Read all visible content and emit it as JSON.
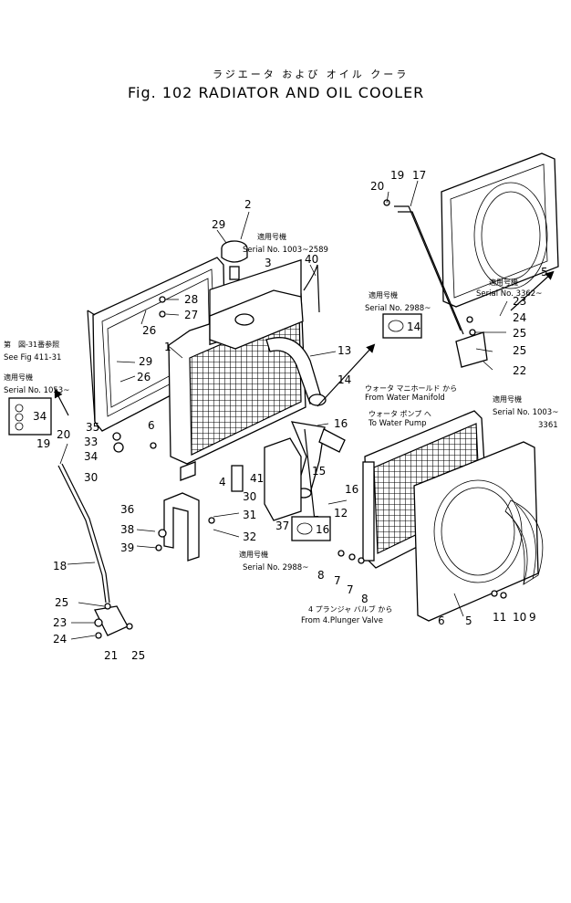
{
  "header": {
    "kana": "ラジエータ および オイル クーラ",
    "title": "Fig. 102  RADIATOR AND OIL COOLER"
  },
  "notes": {
    "serial_1003_2589": {
      "jp": "適用号機",
      "en": "Serial No. 1003~2589"
    },
    "serial_2988_a": {
      "jp": "適用号機",
      "en": "Serial No. 2988~"
    },
    "serial_3362": {
      "jp": "適用号機",
      "en": "Serial No. 3362~"
    },
    "serial_1003_3361": {
      "jp": "適用号機",
      "en": "Serial No. 1003~",
      "en2": "3361"
    },
    "serial_1053": {
      "jp": "適用号機",
      "en": "Serial No. 1053~"
    },
    "serial_2988_b": {
      "jp": "適用号機",
      "en": "Serial No. 2988~"
    },
    "see_fig": {
      "jp": "第　図-31番参照",
      "en": "See Fig 411-31"
    },
    "water_manifold": {
      "jp": "ウォータ マニホールド から",
      "en": "From Water Manifold"
    },
    "water_pump": {
      "jp": "ウォータ ポンプ へ",
      "en": "To Water Pump"
    },
    "plunger_valve": {
      "jp": "4 プランジャ バルブ から",
      "en": "From 4.Plunger Valve"
    }
  },
  "callouts": {
    "c2": "2",
    "c29a": "29",
    "c3": "3",
    "c40": "40",
    "c28": "28",
    "c27": "27",
    "c26a": "26",
    "c29b": "29",
    "c26b": "26",
    "c1": "1",
    "c13": "13",
    "c14a": "14",
    "c14b": "14",
    "c20a": "20",
    "c19a": "19",
    "c17": "17",
    "c5a": "5",
    "c23a": "23",
    "c24a": "24",
    "c25a": "25",
    "c25b": "25",
    "c22": "22",
    "c34a": "34",
    "c35": "35",
    "c20b": "20",
    "c19b": "19",
    "c6a": "6",
    "c33": "33",
    "c34b": "34",
    "c30a": "30",
    "c16a": "16",
    "c16b": "16",
    "c16c": "16",
    "c15": "15",
    "c4": "4",
    "c41": "41",
    "c30b": "30",
    "c12": "12",
    "c36": "36",
    "c31": "31",
    "c38": "38",
    "c32": "32",
    "c39": "39",
    "c37": "37",
    "c18": "18",
    "c8": "8",
    "c7a": "7",
    "c7b": "7",
    "c8b": "8",
    "c6b": "6",
    "c5b": "5",
    "c11": "11",
    "c10": "10",
    "c9": "9",
    "c25c": "25",
    "c23b": "23",
    "c24b": "24",
    "c21": "21",
    "c25d": "25"
  }
}
